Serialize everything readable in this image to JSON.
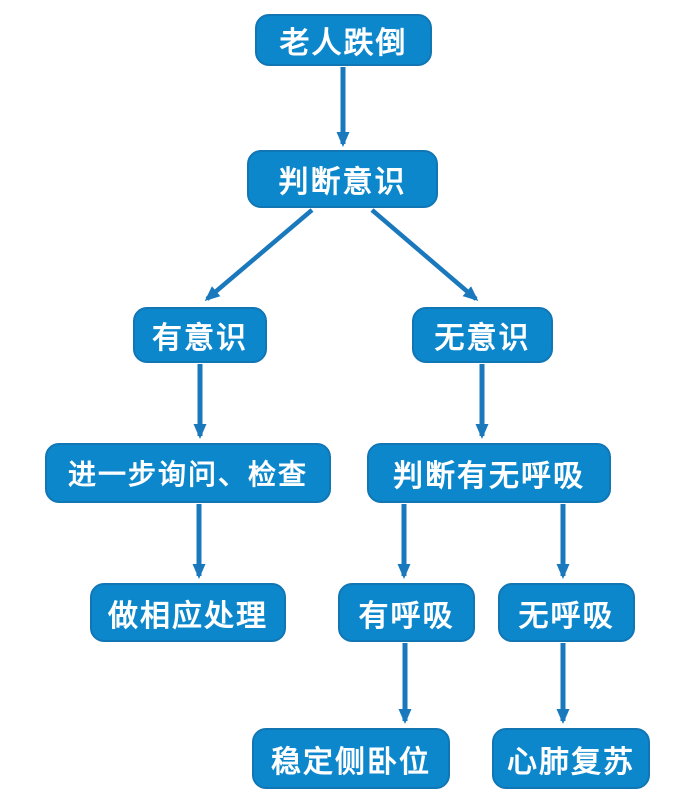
{
  "colors": {
    "node_fill": "#0d87cc",
    "node_edge": "#1176b4",
    "arrow": "#1a78bd",
    "node_text": "#ffffff",
    "background": "#ffffff"
  },
  "nodes": [
    {
      "id": "fall",
      "label": "老人跌倒"
    },
    {
      "id": "assess-consciousness",
      "label": "判断意识"
    },
    {
      "id": "conscious",
      "label": "有意识"
    },
    {
      "id": "unconscious",
      "label": "无意识"
    },
    {
      "id": "further-check",
      "label": "进一步询问、检查"
    },
    {
      "id": "assess-breathing",
      "label": "判断有无呼吸"
    },
    {
      "id": "handle-accordingly",
      "label": "做相应处理"
    },
    {
      "id": "breathing",
      "label": "有呼吸"
    },
    {
      "id": "not-breathing",
      "label": "无呼吸"
    },
    {
      "id": "recovery-position",
      "label": "稳定侧卧位"
    },
    {
      "id": "cpr",
      "label": "心肺复苏"
    }
  ],
  "edges": [
    {
      "from": "fall",
      "to": "assess-consciousness"
    },
    {
      "from": "assess-consciousness",
      "to": "conscious"
    },
    {
      "from": "assess-consciousness",
      "to": "unconscious"
    },
    {
      "from": "conscious",
      "to": "further-check"
    },
    {
      "from": "unconscious",
      "to": "assess-breathing"
    },
    {
      "from": "further-check",
      "to": "handle-accordingly"
    },
    {
      "from": "assess-breathing",
      "to": "breathing"
    },
    {
      "from": "assess-breathing",
      "to": "not-breathing"
    },
    {
      "from": "breathing",
      "to": "recovery-position"
    },
    {
      "from": "not-breathing",
      "to": "cpr"
    }
  ]
}
